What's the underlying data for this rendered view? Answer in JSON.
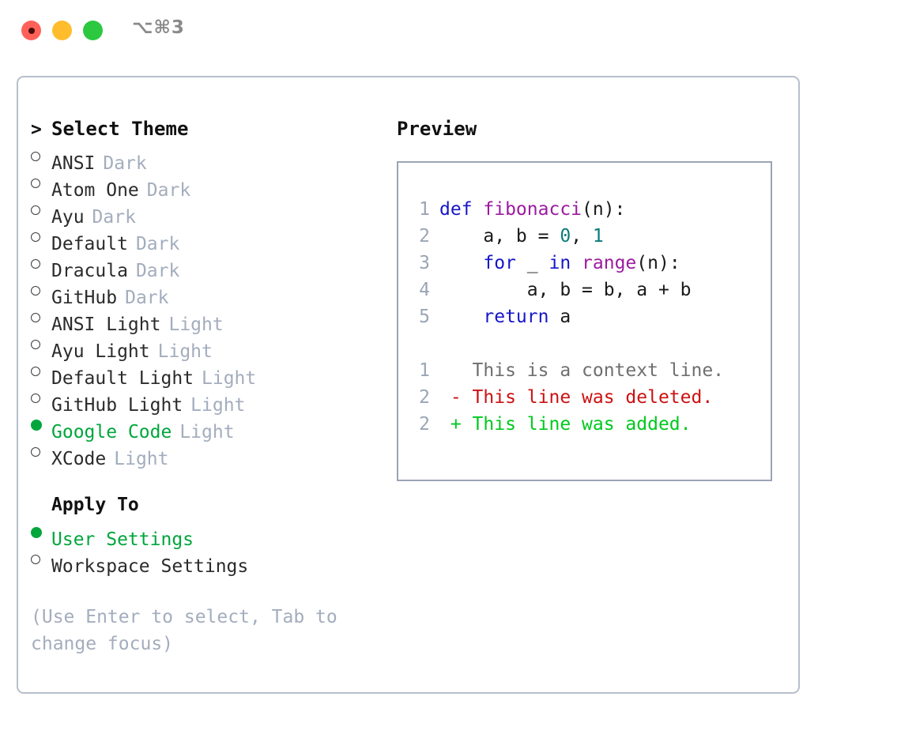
{
  "window": {
    "title": "⌥⌘3",
    "traffic_lights": [
      {
        "name": "close-button",
        "color": "#ff6159"
      },
      {
        "name": "minimize-button",
        "color": "#ffbd2e"
      },
      {
        "name": "maximize-button",
        "color": "#2bc840"
      }
    ]
  },
  "colors": {
    "accent_green": "#00a63c",
    "muted": "#a3adbd",
    "panel_border": "#b7bfcc",
    "preview_border": "#9aa5b5",
    "keyword": "#1616c8",
    "function": "#9c1ba0",
    "number": "#0b7b7b",
    "diff_delete": "#cc1111",
    "diff_add": "#00c81e",
    "diff_context": "#6f6f6f"
  },
  "theme_section": {
    "header_marker": ">",
    "header_label": "Select Theme",
    "items": [
      {
        "marker": "○",
        "name": "ANSI",
        "variant": "Dark",
        "selected": false
      },
      {
        "marker": "○",
        "name": "Atom One",
        "variant": "Dark",
        "selected": false
      },
      {
        "marker": "○",
        "name": "Ayu",
        "variant": "Dark",
        "selected": false
      },
      {
        "marker": "○",
        "name": "Default",
        "variant": "Dark",
        "selected": false
      },
      {
        "marker": "○",
        "name": "Dracula",
        "variant": "Dark",
        "selected": false
      },
      {
        "marker": "○",
        "name": "GitHub",
        "variant": "Dark",
        "selected": false
      },
      {
        "marker": "○",
        "name": "ANSI Light",
        "variant": "Light",
        "selected": false
      },
      {
        "marker": "○",
        "name": "Ayu Light",
        "variant": "Light",
        "selected": false
      },
      {
        "marker": "○",
        "name": "Default Light",
        "variant": "Light",
        "selected": false
      },
      {
        "marker": "○",
        "name": "GitHub Light",
        "variant": "Light",
        "selected": false
      },
      {
        "marker": "●",
        "name": "Google Code",
        "variant": "Light",
        "selected": true
      },
      {
        "marker": "○",
        "name": "XCode",
        "variant": "Light",
        "selected": false
      }
    ]
  },
  "apply_section": {
    "header_label": "Apply To",
    "items": [
      {
        "marker": "●",
        "name": "User Settings",
        "selected": true
      },
      {
        "marker": "○",
        "name": "Workspace Settings",
        "selected": false
      }
    ]
  },
  "hint": "(Use Enter to select, Tab to change focus)",
  "preview": {
    "title": "Preview",
    "code_lines": [
      {
        "num": "1",
        "tokens": [
          {
            "t": "def ",
            "c": "k"
          },
          {
            "t": "fibonacci",
            "c": "fn"
          },
          {
            "t": "(n):",
            "c": "pl"
          }
        ]
      },
      {
        "num": "2",
        "tokens": [
          {
            "t": "    a, b = ",
            "c": "pl"
          },
          {
            "t": "0",
            "c": "num"
          },
          {
            "t": ", ",
            "c": "pl"
          },
          {
            "t": "1",
            "c": "num"
          }
        ]
      },
      {
        "num": "3",
        "tokens": [
          {
            "t": "    ",
            "c": "pl"
          },
          {
            "t": "for",
            "c": "k"
          },
          {
            "t": " _ ",
            "c": "pl"
          },
          {
            "t": "in",
            "c": "k"
          },
          {
            "t": " ",
            "c": "pl"
          },
          {
            "t": "range",
            "c": "fn"
          },
          {
            "t": "(n):",
            "c": "pl"
          }
        ]
      },
      {
        "num": "4",
        "tokens": [
          {
            "t": "        a, b = b, a + b",
            "c": "pl"
          }
        ]
      },
      {
        "num": "5",
        "tokens": [
          {
            "t": "    ",
            "c": "pl"
          },
          {
            "t": "return",
            "c": "k"
          },
          {
            "t": " a",
            "c": "pl"
          }
        ]
      }
    ],
    "diff_lines": [
      {
        "num": "1",
        "sign": " ",
        "text": "This is a context line.",
        "kind": "ctx"
      },
      {
        "num": "2",
        "sign": "-",
        "text": "This line was deleted.",
        "kind": "del"
      },
      {
        "num": "2",
        "sign": "+",
        "text": "This line was added.",
        "kind": "add"
      }
    ]
  }
}
